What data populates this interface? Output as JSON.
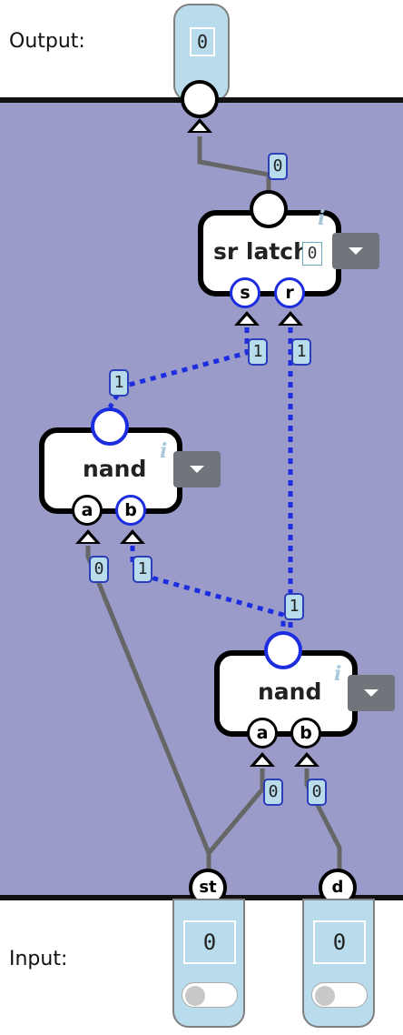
{
  "labels": {
    "output": "Output:",
    "input": "Input:"
  },
  "output": {
    "display_value": "0",
    "active": false
  },
  "inputs": [
    {
      "id": "st",
      "label": "st",
      "display_value": "0",
      "toggle_on": false
    },
    {
      "id": "d",
      "label": "d",
      "display_value": "0",
      "toggle_on": false
    }
  ],
  "gates": {
    "sr_latch": {
      "name": "sr latch",
      "state": "0",
      "info": "i",
      "inputs": [
        "s",
        "r"
      ]
    },
    "nand_top": {
      "name": "nand",
      "info": "i",
      "inputs": [
        "a",
        "b"
      ]
    },
    "nand_bottom": {
      "name": "nand",
      "info": "i",
      "inputs": [
        "a",
        "b"
      ]
    }
  },
  "wire_values": {
    "latch_out": "0",
    "latch_s": "1",
    "latch_r": "1",
    "nand_top_out": "1",
    "nand_top_a": "0",
    "nand_top_b": "1",
    "nand_bottom_out": "1",
    "nand_bottom_a": "0",
    "nand_bottom_b": "0"
  },
  "colors": {
    "board": "#9a9bc8",
    "wire_low": "#666666",
    "wire_high": "#1c2de0",
    "value_bg": "#b8dceb",
    "dropdown": "#6f757b"
  }
}
